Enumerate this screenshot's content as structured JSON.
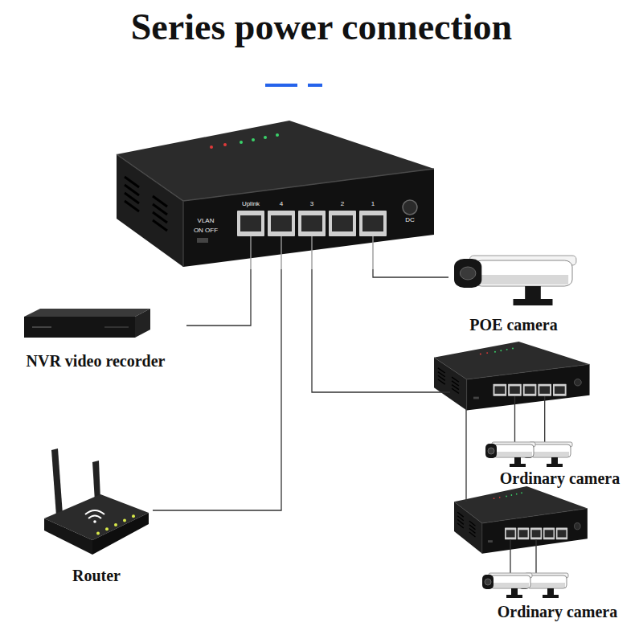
{
  "diagram": {
    "title": "Series power connection",
    "nodes": [
      {
        "text": [
          "Uplink",
          "4",
          "3",
          "2",
          "1",
          "VLAN",
          "ON OFF",
          "DC"
        ]
      },
      {
        "text": [
          "NVR video recorder"
        ]
      },
      {
        "text": [
          "POE camera"
        ]
      },
      {
        "text": [
          "Router"
        ]
      },
      {
        "text": [
          "Ordinary camera"
        ]
      },
      {
        "text": [
          "Ordinary camera"
        ]
      }
    ],
    "edges": [
      {
        "from": 0,
        "to": 1,
        "arrow": "none"
      },
      {
        "from": 0,
        "to": 2,
        "arrow": "none"
      },
      {
        "from": 0,
        "to": 3,
        "arrow": "none"
      }
    ]
  }
}
